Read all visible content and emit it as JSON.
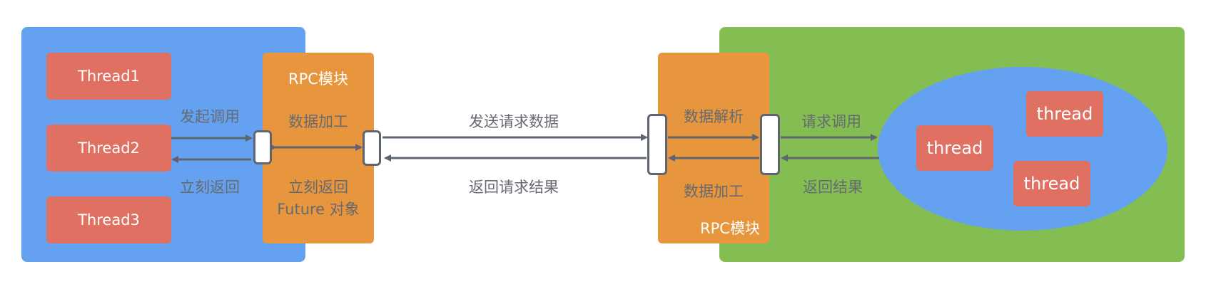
{
  "client": {
    "threads": [
      "Thread1",
      "Thread2",
      "Thread3"
    ],
    "call_label": "发起调用",
    "return_label": "立刻返回",
    "rpc": {
      "title": "RPC模块",
      "process_label": "数据加工",
      "return_line1": "立刻返回",
      "return_line2": "Future 对象"
    }
  },
  "network": {
    "send_label": "发送请求数据",
    "return_label": "返回请求结果"
  },
  "server": {
    "rpc": {
      "parse_label": "数据解析",
      "process_label": "数据加工",
      "title": "RPC模块"
    },
    "call_label": "请求调用",
    "result_label": "返回结果",
    "pool_threads": [
      "thread",
      "thread",
      "thread"
    ]
  },
  "colors": {
    "client_bg": "#64A2F1",
    "server_bg": "#84BE52",
    "rpc_module": "#E7963D",
    "thread_box": "#E07061",
    "arrow": "#5f6570"
  }
}
